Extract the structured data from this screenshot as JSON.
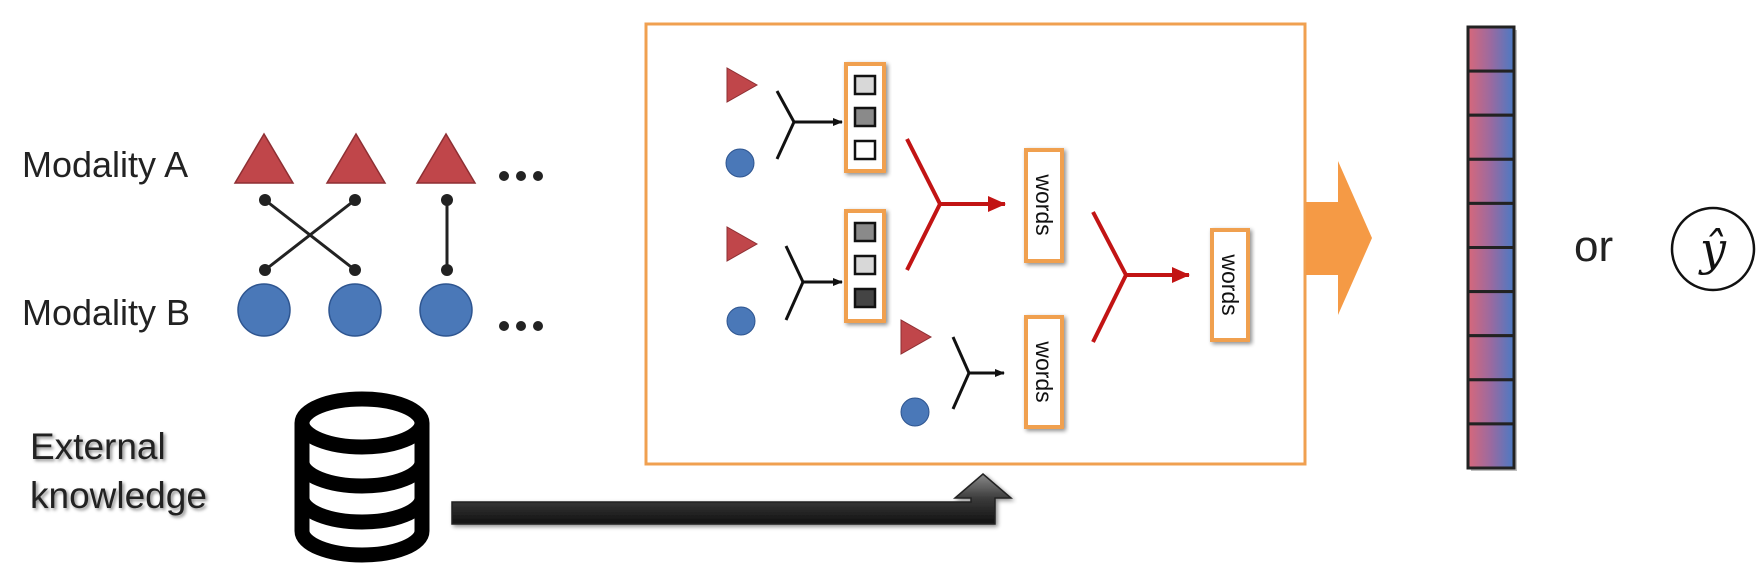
{
  "labels": {
    "modality_a": "Modality A",
    "modality_b": "Modality B",
    "external_line1": "External",
    "external_line2": "knowledge",
    "or": "or",
    "y_hat": "ŷ"
  },
  "tokens": {
    "word": "words"
  },
  "colors": {
    "triangle": "#c0464a",
    "circle": "#4a78b8",
    "frame": "#f0a050",
    "fusion_arrow": "#c21414",
    "big_arrow": "#f59a45",
    "vector_top": "#d06070",
    "vector_bottom": "#4a78c0"
  },
  "vector": {
    "cells": 10
  },
  "icons": {
    "database": "database-icon",
    "ellipsis": "ellipsis-icon",
    "output": "y-hat-icon"
  }
}
